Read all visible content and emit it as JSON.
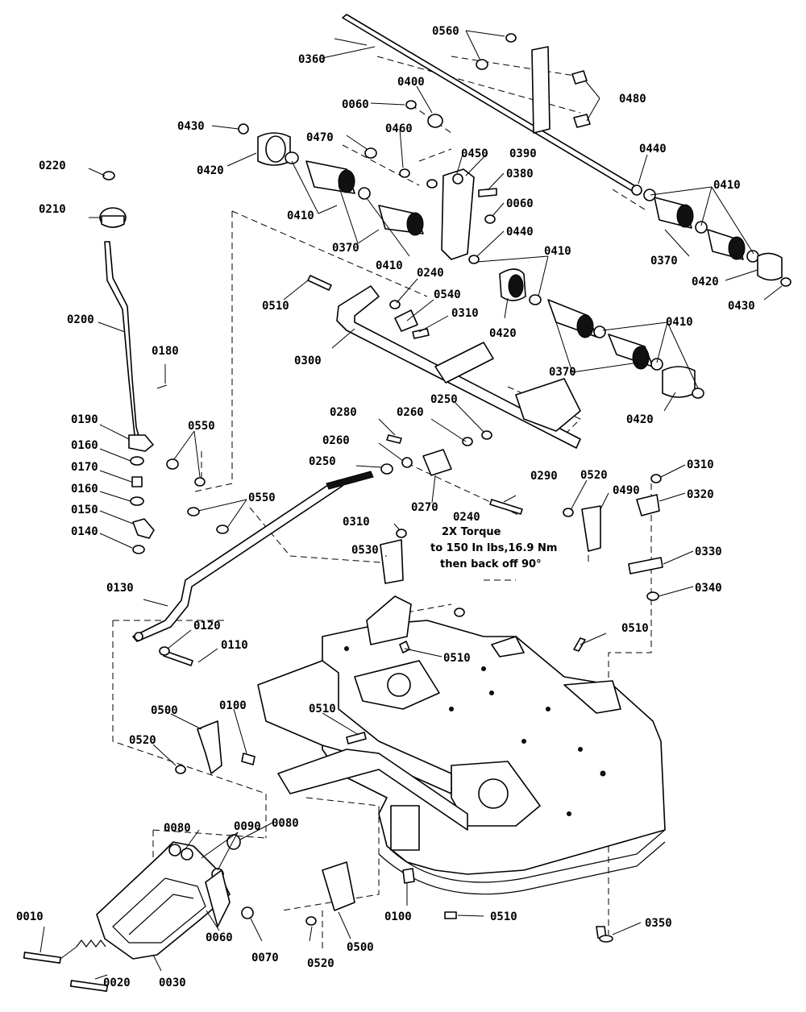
{
  "labels": {
    "p0010": "0010",
    "p0020": "0020",
    "p0030": "0030",
    "p0060": "0060",
    "p0070": "0070",
    "p0080": "0080",
    "p0090": "0090",
    "p0100": "0100",
    "p0110": "0110",
    "p0120": "0120",
    "p0130": "0130",
    "p0140": "0140",
    "p0150": "0150",
    "p0160": "0160",
    "p0170": "0170",
    "p0180": "0180",
    "p0190": "0190",
    "p0200": "0200",
    "p0210": "0210",
    "p0220": "0220",
    "p0240": "0240",
    "p0250": "0250",
    "p0260": "0260",
    "p0270": "0270",
    "p0280": "0280",
    "p0290": "0290",
    "p0300": "0300",
    "p0310": "0310",
    "p0320": "0320",
    "p0330": "0330",
    "p0340": "0340",
    "p0350": "0350",
    "p0360": "0360",
    "p0370": "0370",
    "p0380": "0380",
    "p0390": "0390",
    "p0400": "0400",
    "p0410": "0410",
    "p0420": "0420",
    "p0430": "0430",
    "p0440": "0440",
    "p0450": "0450",
    "p0460": "0460",
    "p0470": "0470",
    "p0480": "0480",
    "p0490": "0490",
    "p0500": "0500",
    "p0510": "0510",
    "p0520": "0520",
    "p0530": "0530",
    "p0540": "0540",
    "p0550": "0550",
    "p0560": "0560"
  },
  "torque_note": {
    "line1": "0240",
    "line2": "2X Torque",
    "line3": "to 150 In lbs,16.9 Nm",
    "line4": "then back off 90°"
  }
}
